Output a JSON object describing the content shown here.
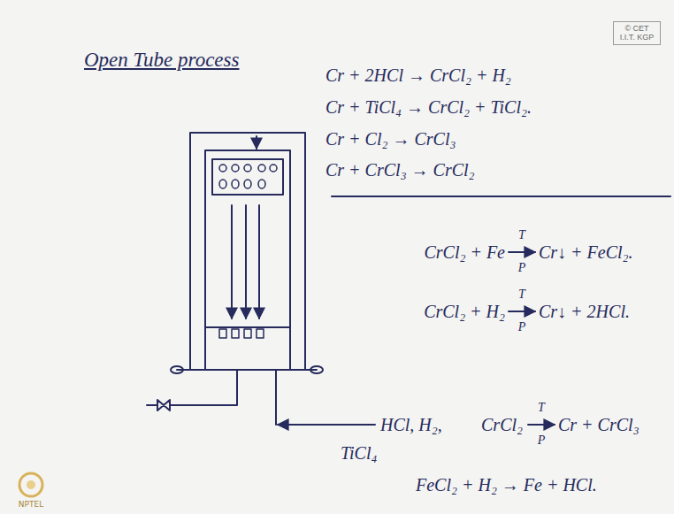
{
  "diagram": {
    "title": "Open Tube process",
    "nodes": [
      {
        "text": [
          "© CET I.I.T. KGP"
        ]
      }
    ],
    "labels": [
      "Cr + 2HCl → CrCl₂ + H₂",
      "Cr + TiCl₄ → CrCl₂ + TiCl₂.",
      "Cr + Cl₂ → CrCl₃",
      "Cr + CrCl₃ → CrCl₂",
      "CrCl₂ + Fe",
      "T",
      "P",
      "Cr↓ + FeCl₂.",
      "CrCl₂ + H₂",
      "T",
      "P",
      "Cr↓ + 2HCl.",
      "HCl, H₂,",
      "CrCl₂",
      "T",
      "P",
      "Cr + CrCl₃",
      "TiCl₄",
      "FeCl₂ + H₂ → Fe + HCl.",
      "NPTEL"
    ]
  }
}
